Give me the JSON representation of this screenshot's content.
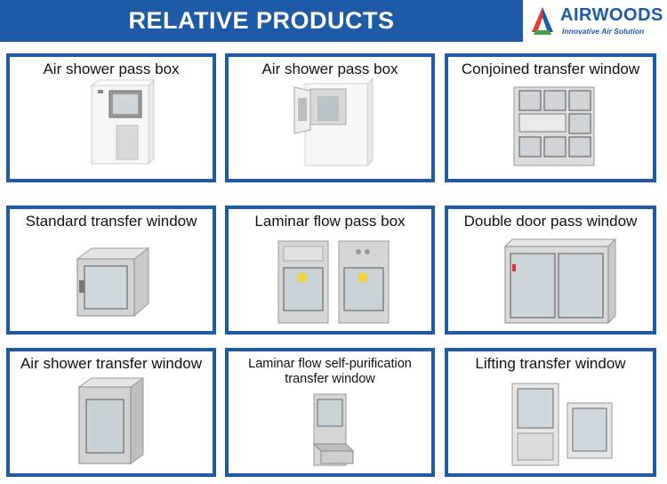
{
  "header": {
    "title": "RELATIVE PRODUCTS"
  },
  "logo": {
    "name": "AIRWOODS",
    "tagline": "Innovative Air Solution",
    "colors": [
      "#e53935",
      "#43a047",
      "#1d5aa8"
    ]
  },
  "accent_color": "#1d5aa8",
  "products": [
    {
      "label": "Air shower pass box",
      "image": "air-shower-pass-box-image"
    },
    {
      "label": "Air shower pass box",
      "image": "air-shower-pass-box-open-image"
    },
    {
      "label": "Conjoined transfer window",
      "image": "conjoined-transfer-window-image"
    },
    {
      "label": "Standard transfer window",
      "image": "standard-transfer-window-image"
    },
    {
      "label": "Laminar flow pass box",
      "image": "laminar-flow-pass-box-image"
    },
    {
      "label": "Double door pass window",
      "image": "double-door-pass-window-image"
    },
    {
      "label": "Air shower transfer window",
      "image": "air-shower-transfer-window-image"
    },
    {
      "label_line1": "Laminar flow self-purification",
      "label_line2": "transfer window",
      "image": "laminar-flow-self-purification-image"
    },
    {
      "label": "Lifting transfer window",
      "image": "lifting-transfer-window-image"
    }
  ]
}
